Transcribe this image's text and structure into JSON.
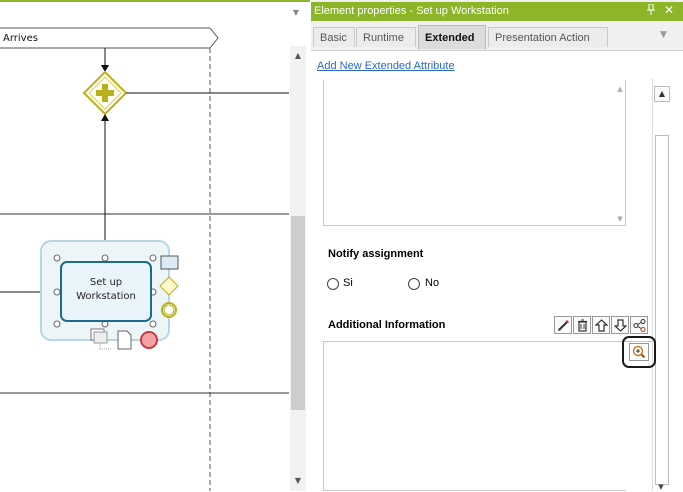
{
  "diagram": {
    "lane_label": "Arrives",
    "task_label_line1": "Set up",
    "task_label_line2": "Workstation"
  },
  "panel": {
    "title": "Element properties - Set up Workstation",
    "pin_icon": "pin-icon",
    "close_icon": "close-icon",
    "tabs": [
      {
        "label": "Basic",
        "active": false
      },
      {
        "label": "Runtime",
        "active": false
      },
      {
        "label": "Extended",
        "active": true
      },
      {
        "label": "Presentation Action",
        "active": false
      }
    ],
    "add_link": "Add New Extended Attribute",
    "notify": {
      "label": "Notify assignment",
      "options": [
        "Si",
        "No"
      ]
    },
    "additional": {
      "label": "Additional Information",
      "tools": [
        "edit-icon",
        "delete-icon",
        "move-up-icon",
        "move-down-icon",
        "share-icon"
      ],
      "zoom_icon": "zoom-icon"
    }
  },
  "colors": {
    "accent_green": "#8cb528",
    "gateway_yellow": "#c9c02a",
    "task_border": "#1c6a8f",
    "end_event_red": "#e05055",
    "link_blue": "#2a6ac8"
  }
}
